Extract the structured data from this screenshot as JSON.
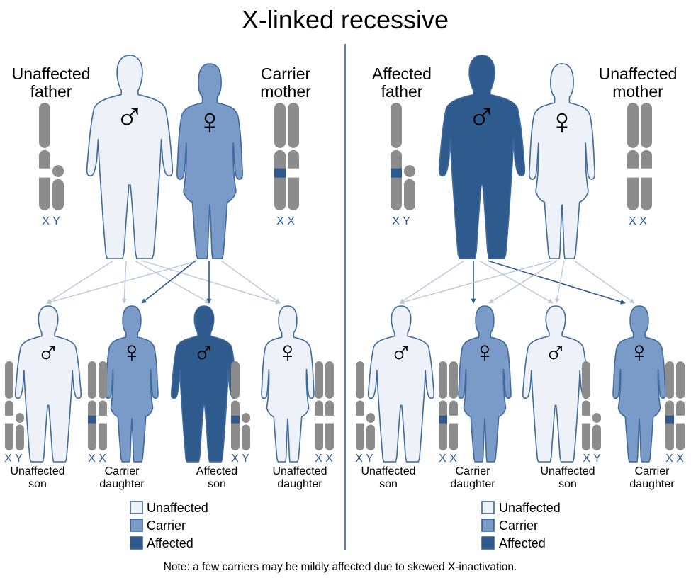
{
  "title": "X-linked recessive",
  "colors": {
    "unaffected": "#eef2f8",
    "carrier": "#7a9bc8",
    "affected": "#2e5a8e",
    "outline": "#3f6a9c",
    "chromosome": "#8c8c8c",
    "divider": "#5a7ea8"
  },
  "symbols": {
    "male": "♂",
    "female": "♀"
  },
  "panels": [
    {
      "father": {
        "label_1": "Unaffected",
        "label_2": "father",
        "status": "unaffected",
        "chromosomes": "X Y"
      },
      "mother": {
        "label_1": "Carrier",
        "label_2": "mother",
        "status": "carrier",
        "chromosomes": "X X"
      },
      "children": [
        {
          "label_1": "Unaffected",
          "label_2": "son",
          "status": "unaffected",
          "chromosomes": "X Y"
        },
        {
          "label_1": "Carrier",
          "label_2": "daughter",
          "status": "carrier",
          "chromosomes": "X X"
        },
        {
          "label_1": "Affected",
          "label_2": "son",
          "status": "affected",
          "chromosomes": "X Y"
        },
        {
          "label_1": "Unaffected",
          "label_2": "daughter",
          "status": "unaffected",
          "chromosomes": "X X"
        }
      ],
      "legend": [
        "Unaffected",
        "Carrier",
        "Affected"
      ]
    },
    {
      "father": {
        "label_1": "Affected",
        "label_2": "father",
        "status": "affected",
        "chromosomes": "X Y"
      },
      "mother": {
        "label_1": "Unaffected",
        "label_2": "mother",
        "status": "unaffected",
        "chromosomes": "X X"
      },
      "children": [
        {
          "label_1": "Unaffected",
          "label_2": "son",
          "status": "unaffected",
          "chromosomes": "X Y"
        },
        {
          "label_1": "Carrier",
          "label_2": "daughter",
          "status": "carrier",
          "chromosomes": "X X"
        },
        {
          "label_1": "Unaffected",
          "label_2": "son",
          "status": "unaffected",
          "chromosomes": "X Y"
        },
        {
          "label_1": "Carrier",
          "label_2": "daughter",
          "status": "carrier",
          "chromosomes": "X X"
        }
      ],
      "legend": [
        "Unaffected",
        "Carrier",
        "Affected"
      ]
    }
  ],
  "note": "Note: a few carriers may be mildly affected due to skewed X-inactivation."
}
